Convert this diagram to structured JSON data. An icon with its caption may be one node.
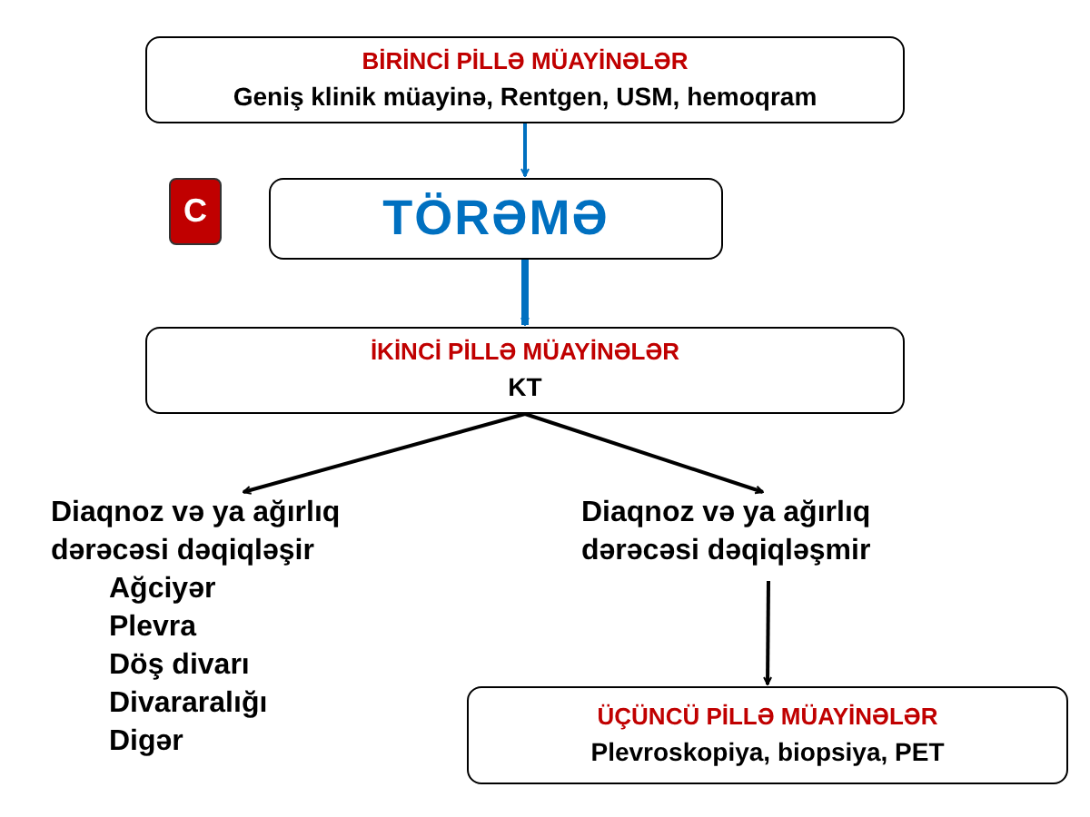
{
  "diagram": {
    "nodes": [
      {
        "text": [
          "BİRİNCİ PİLLƏ MÜAYİNƏLƏR",
          "Geniş klinik müayinə, Rentgen, USM, hemoqram"
        ]
      },
      {
        "text": [
          "C"
        ]
      },
      {
        "text": [
          "TÖRƏMƏ"
        ]
      },
      {
        "text": [
          "İKİNCİ PİLLƏ MÜAYİNƏLƏR",
          "KT"
        ]
      },
      {
        "text": [
          "Diaqnoz və ya ağırlıq dərəcəsi dəqiqləşir",
          "Ağciyər",
          "Plevra",
          "Döş divarı",
          "Divararalığı",
          "Digər"
        ]
      },
      {
        "text": [
          "Diaqnoz və ya ağırlıq dərəcəsi dəqiqləşmir"
        ]
      },
      {
        "text": [
          "ÜÇÜNCÜ PİLLƏ MÜAYİNƏLƏR",
          "Plevroskopiya, biopsiya, PET"
        ]
      }
    ],
    "edges": [
      {
        "from": 0,
        "to": 2,
        "arrow": "to",
        "color": "#0070c0"
      },
      {
        "from": 2,
        "to": 3,
        "arrow": "to",
        "color": "#0070c0",
        "style": "thick"
      },
      {
        "from": 3,
        "to": 4,
        "arrow": "to"
      },
      {
        "from": 3,
        "to": 5,
        "arrow": "to"
      },
      {
        "from": 5,
        "to": 6,
        "arrow": "to"
      }
    ]
  }
}
